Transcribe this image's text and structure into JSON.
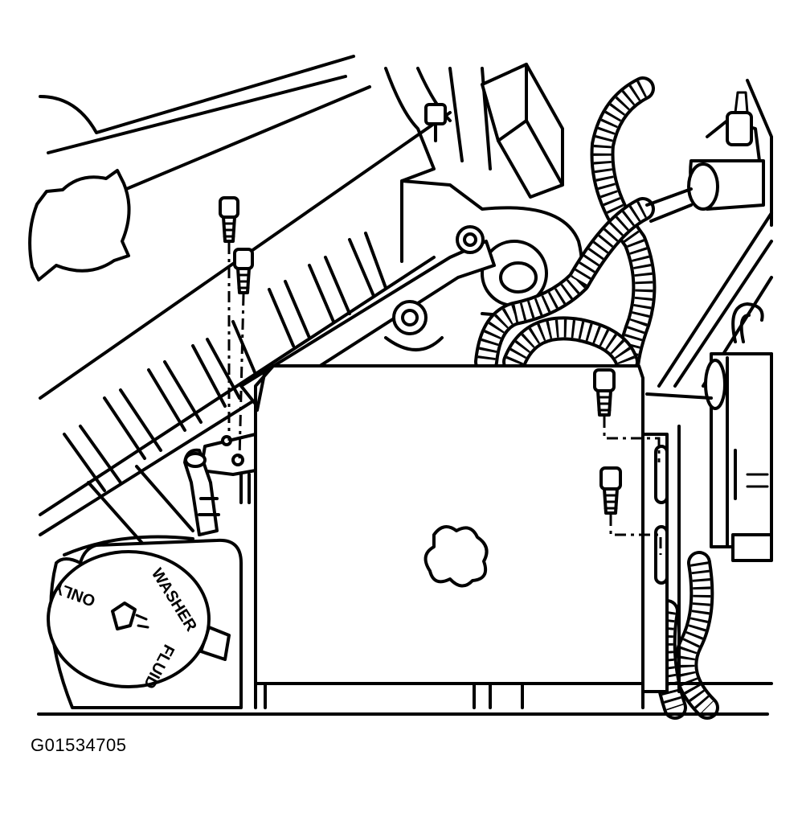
{
  "figure": {
    "code": "G01534705"
  },
  "cap": {
    "text_top": "WASHER",
    "text_left": "ONLY",
    "text_bottom": "FLUID"
  },
  "colors": {
    "ink": "#000000",
    "paper": "#ffffff"
  }
}
